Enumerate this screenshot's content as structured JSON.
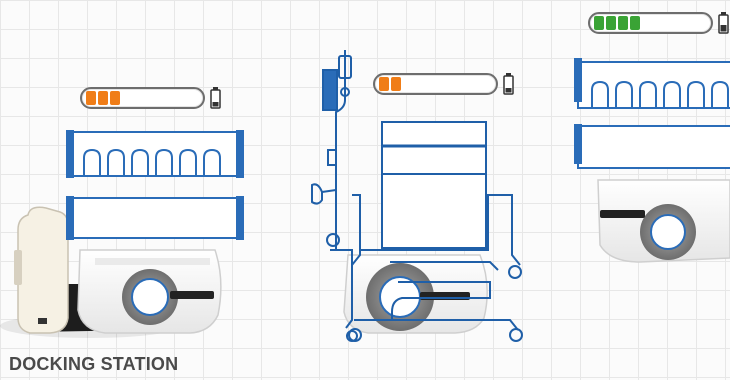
{
  "docking_label": "DOCKING STATION",
  "colors": {
    "outline_blue": "#1f5fa8",
    "bed_blue": "#2a6cb8",
    "battery_orange": "#f07d17",
    "battery_green": "#3aa335",
    "wheel_gray": "#8c8c8c",
    "dock_black": "#1d1d1d"
  },
  "robots": [
    {
      "name": "left-robot",
      "battery_level_bars": 3,
      "battery_color": "orange",
      "load": "bed",
      "docked": true
    },
    {
      "name": "middle-robot",
      "battery_level_bars": 2,
      "battery_color": "orange",
      "load": "iv-pole-cart",
      "docked": false
    },
    {
      "name": "right-robot",
      "battery_level_bars": 4,
      "battery_color": "green",
      "load": "bed",
      "docked": false
    }
  ],
  "icons": [
    "battery-status-icon",
    "docking-station-icon",
    "iv-pole-icon",
    "hospital-bed-icon"
  ]
}
